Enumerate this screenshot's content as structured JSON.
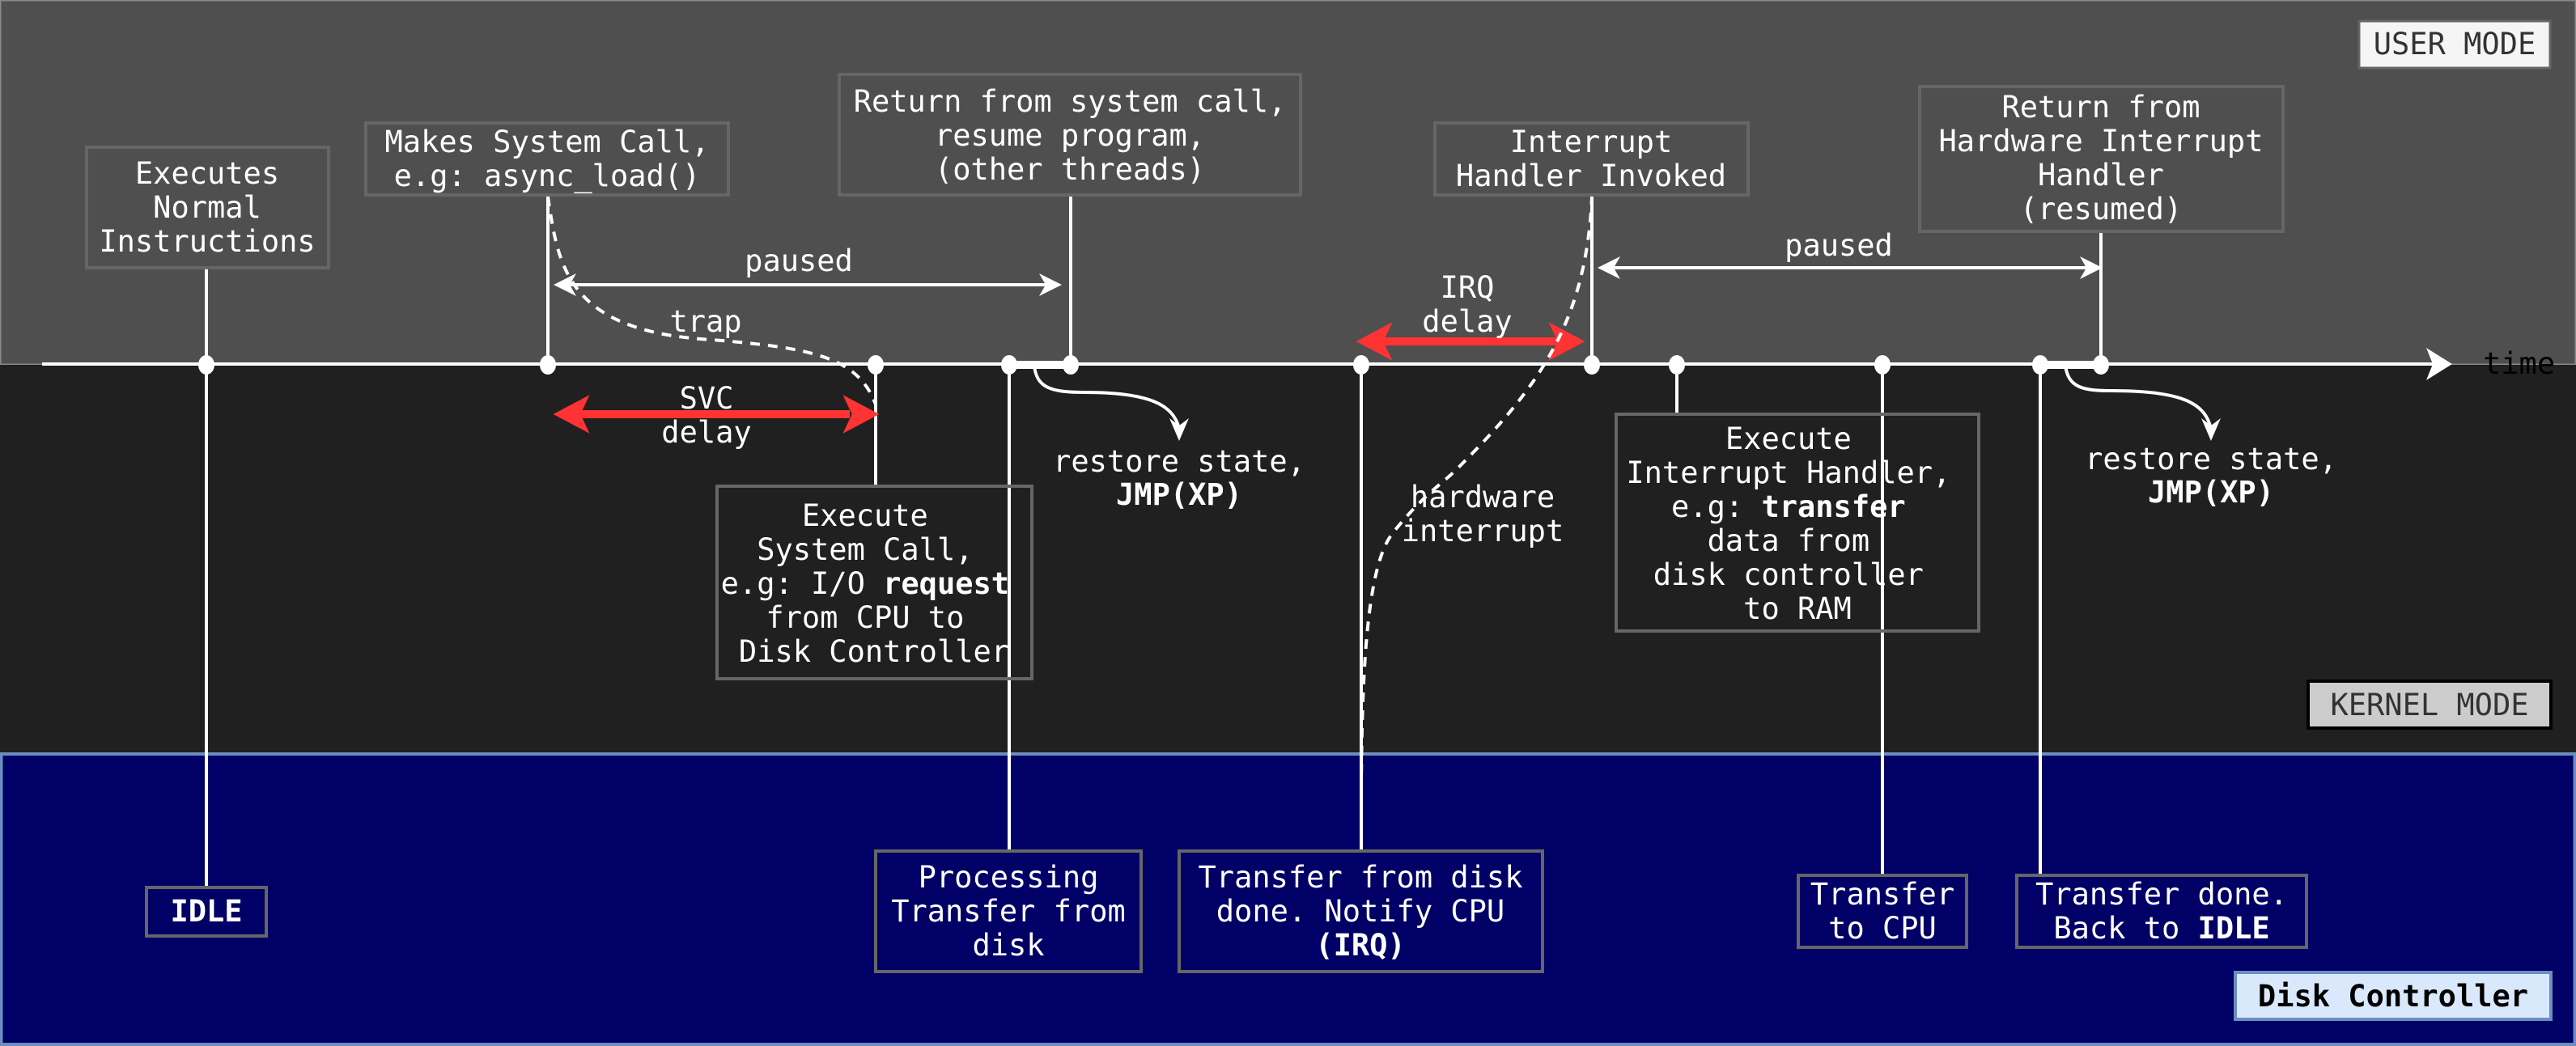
{
  "diagram": {
    "title": "System call and hardware interrupt timeline",
    "colors": {
      "user_band": "#4f4f4f",
      "kernel_band": "#202020",
      "disk_band": "#000066",
      "disk_border": "#6c8ebf",
      "delay_arrow": "#ff3333",
      "box_border": "#666666",
      "text": "#ffffff"
    },
    "lanes": {
      "user_mode": "USER MODE",
      "kernel_mode": "KERNEL MODE",
      "disk_controller": "Disk Controller"
    },
    "axis": {
      "label": "time"
    },
    "user_boxes": [
      {
        "lines": [
          "Executes",
          "Normal",
          "Instructions"
        ]
      },
      {
        "lines": [
          "Makes System Call,",
          "e.g: async_load()"
        ]
      },
      {
        "lines": [
          "Return from system call,",
          "resume program,",
          "(other threads)"
        ]
      },
      {
        "lines": [
          "Interrupt",
          "Handler Invoked"
        ]
      },
      {
        "lines": [
          "Return from",
          "Hardware Interrupt",
          "Handler",
          "(resumed)"
        ]
      }
    ],
    "kernel_boxes": [
      {
        "lines": [
          "Execute",
          "System Call,",
          "e.g: I/O ",
          "from CPU to",
          "Disk Controller"
        ],
        "bold_word": "request"
      },
      {
        "lines": [
          "Execute",
          "Interrupt Handler,",
          "e.g: ",
          "data from",
          "disk controller",
          "to RAM"
        ],
        "bold_word": "transfer"
      }
    ],
    "disk_boxes": [
      {
        "lines": [
          "IDLE"
        ],
        "bold": true
      },
      {
        "lines": [
          "Processing",
          "Transfer from",
          "disk"
        ]
      },
      {
        "lines": [
          "Transfer from disk",
          "done. Notify CPU",
          "(IRQ)"
        ],
        "bold_last": true
      },
      {
        "lines": [
          "Transfer",
          "to CPU"
        ]
      },
      {
        "lines": [
          "Transfer done.",
          "Back to "
        ],
        "bold_word": "IDLE"
      }
    ],
    "annotations": {
      "paused_1": "paused",
      "paused_2": "paused",
      "trap": "trap",
      "svc_delay": [
        "SVC",
        "delay"
      ],
      "irq_delay": [
        "IRQ",
        "delay"
      ],
      "hardware_interrupt": [
        "hardware",
        "interrupt"
      ],
      "restore_1": [
        "restore state,",
        "JMP(XP)"
      ],
      "restore_2": [
        "restore state,",
        "JMP(XP)"
      ]
    }
  }
}
